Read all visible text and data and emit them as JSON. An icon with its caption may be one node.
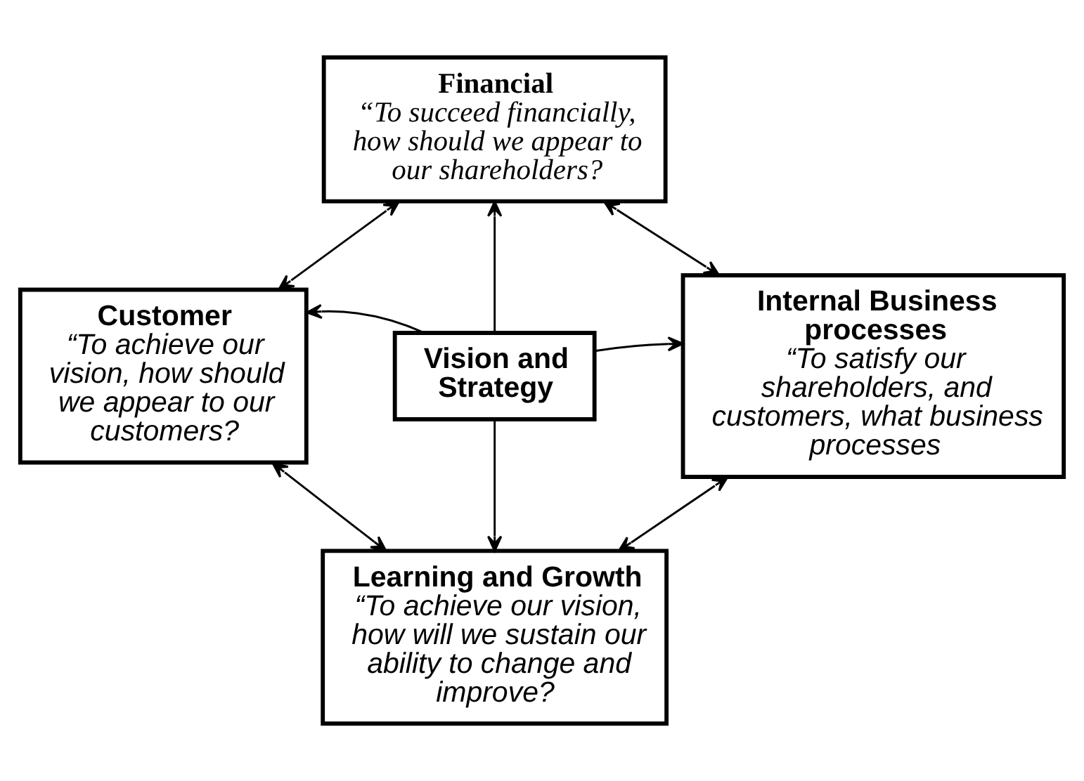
{
  "diagram": {
    "nodes": [
      {
        "text": [
          "Financial",
          "“To succeed financially, how should we appear to our shareholders?"
        ]
      },
      {
        "text": [
          "Customer",
          "“To achieve our vision, how should we appear to our customers?"
        ]
      },
      {
        "text": [
          "Vision and Strategy"
        ]
      },
      {
        "text": [
          "Internal Business processes",
          "“To satisfy our shareholders, and customers, what business processes"
        ]
      },
      {
        "text": [
          "Learning and Growth",
          "“To achieve our vision, how will we sustain our ability to change and improve?"
        ]
      }
    ],
    "edges": [
      {
        "from": 2,
        "to": 0,
        "arrow": "to"
      },
      {
        "from": 2,
        "to": 1,
        "arrow": "to"
      },
      {
        "from": 2,
        "to": 3,
        "arrow": "to"
      },
      {
        "from": 2,
        "to": 4,
        "arrow": "to"
      },
      {
        "from": 0,
        "to": 1,
        "arrow": "both"
      },
      {
        "from": 0,
        "to": 3,
        "arrow": "both"
      },
      {
        "from": 1,
        "to": 4,
        "arrow": "both"
      },
      {
        "from": 3,
        "to": 4,
        "arrow": "both"
      }
    ]
  }
}
